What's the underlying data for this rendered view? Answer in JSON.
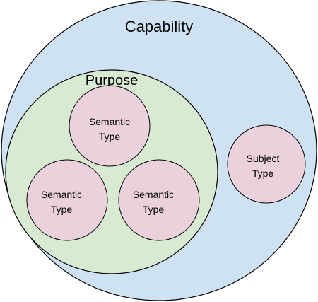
{
  "colors": {
    "capability_fill": "#cfe2f3",
    "purpose_fill": "#d9ead3",
    "type_fill": "#ead1dc",
    "outline": "#000000"
  },
  "capability": {
    "label": "Capability"
  },
  "purpose": {
    "label": "Purpose",
    "semantic_types": [
      {
        "line1": "Semantic",
        "line2": "Type"
      },
      {
        "line1": "Semantic",
        "line2": "Type"
      },
      {
        "line1": "Semantic",
        "line2": "Type"
      }
    ]
  },
  "subject_type": {
    "line1": "Subject",
    "line2": "Type"
  }
}
